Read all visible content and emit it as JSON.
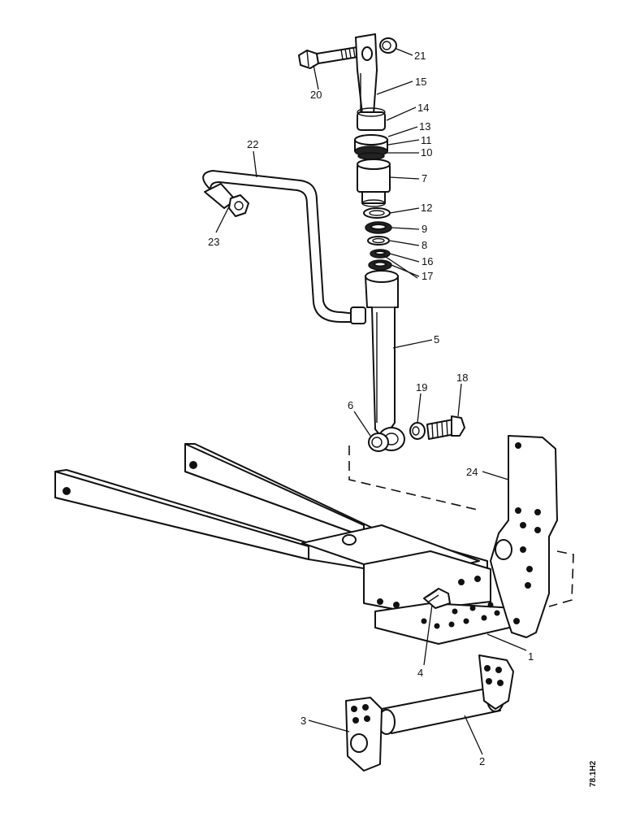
{
  "callouts": {
    "c1": "1",
    "c2": "2",
    "c3": "3",
    "c4": "4",
    "c5": "5",
    "c6": "6",
    "c7": "7",
    "c8": "8",
    "c9": "9",
    "c10": "10",
    "c11": "11",
    "c12": "12",
    "c13": "13",
    "c14": "14",
    "c15": "15",
    "c16": "16",
    "c17": "17",
    "c18": "18",
    "c19": "19",
    "c20": "20",
    "c21": "21",
    "c22": "22",
    "c23": "23",
    "c24": "24"
  },
  "reference_code": "78.1H2"
}
